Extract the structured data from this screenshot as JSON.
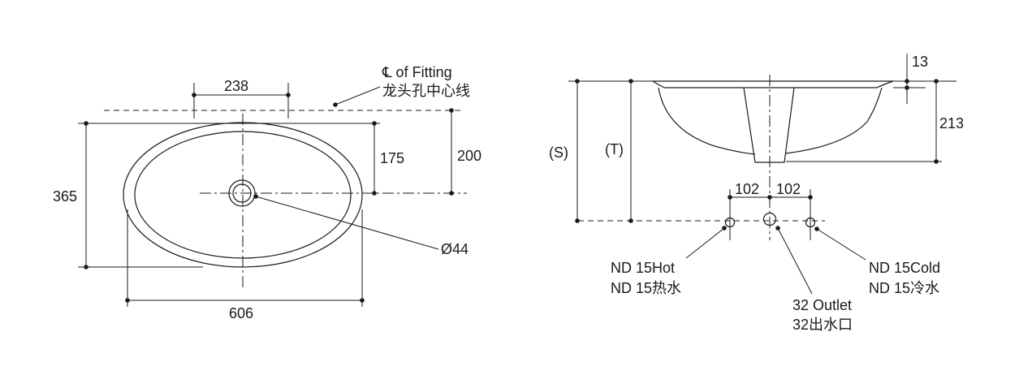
{
  "plan_view": {
    "dim_faucet_spacing": "238",
    "dim_depth_to_waste": "175",
    "dim_fitting_to_waste": "200",
    "dim_height": "365",
    "dim_width": "606",
    "dim_waste_diameter": "Ø44",
    "fitting_label_en": "℄ of Fitting",
    "fitting_label_cn": "龙头孔中心线"
  },
  "section_view": {
    "dim_s": "(S)",
    "dim_t": "(T)",
    "dim_rim": "13",
    "dim_bowl_depth": "213",
    "dim_left_spacing": "102",
    "dim_right_spacing": "102",
    "hot_label_en": "ND 15Hot",
    "hot_label_cn": "ND 15热水",
    "cold_label_en": "ND 15Cold",
    "cold_label_cn": "ND 15冷水",
    "outlet_label_en": "32 Outlet",
    "outlet_label_cn": "32出水口"
  }
}
